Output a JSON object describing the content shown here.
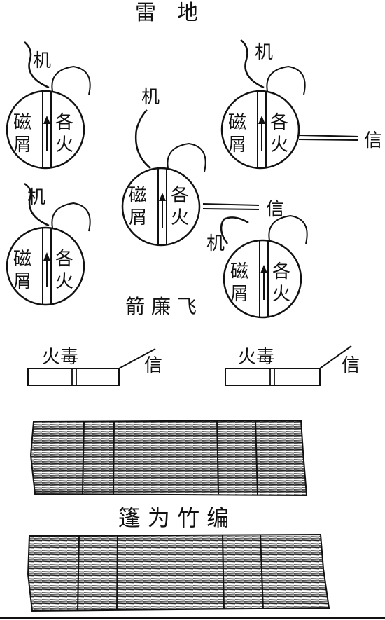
{
  "titles": {
    "mine": "雷　地",
    "rocket": "箭 廉 飞",
    "mat": "篷 为 竹 编"
  },
  "mine_labels": {
    "trigger": "机",
    "left_top": "磁",
    "left_bottom": "屑",
    "right_top": "各",
    "right_bottom": "火",
    "fuse": "信"
  },
  "rocket_labels": {
    "charge": "火毒",
    "fuse": "信"
  },
  "colors": {
    "ink": "#111111",
    "paper": "#ffffff"
  }
}
